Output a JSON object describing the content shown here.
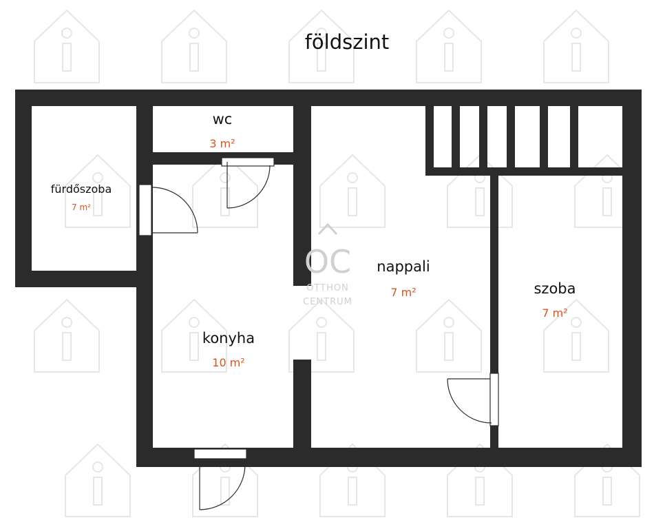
{
  "title": "földszint",
  "rooms": {
    "wc": {
      "name": "wc",
      "area": "3 m²"
    },
    "bathroom": {
      "name": "fürdőszoba",
      "area": "7 m²"
    },
    "kitchen": {
      "name": "konyha",
      "area": "10 m²"
    },
    "living": {
      "name": "nappali",
      "area": "7 m²"
    },
    "room": {
      "name": "szoba",
      "area": "7 m²"
    }
  },
  "logo": {
    "mark": "OC",
    "line1": "OTTHON",
    "line2": "CENTRUM"
  },
  "colors": {
    "wall": "#2b2b2b",
    "area_text": "#d9541e",
    "watermark": "#e6e6e6"
  }
}
